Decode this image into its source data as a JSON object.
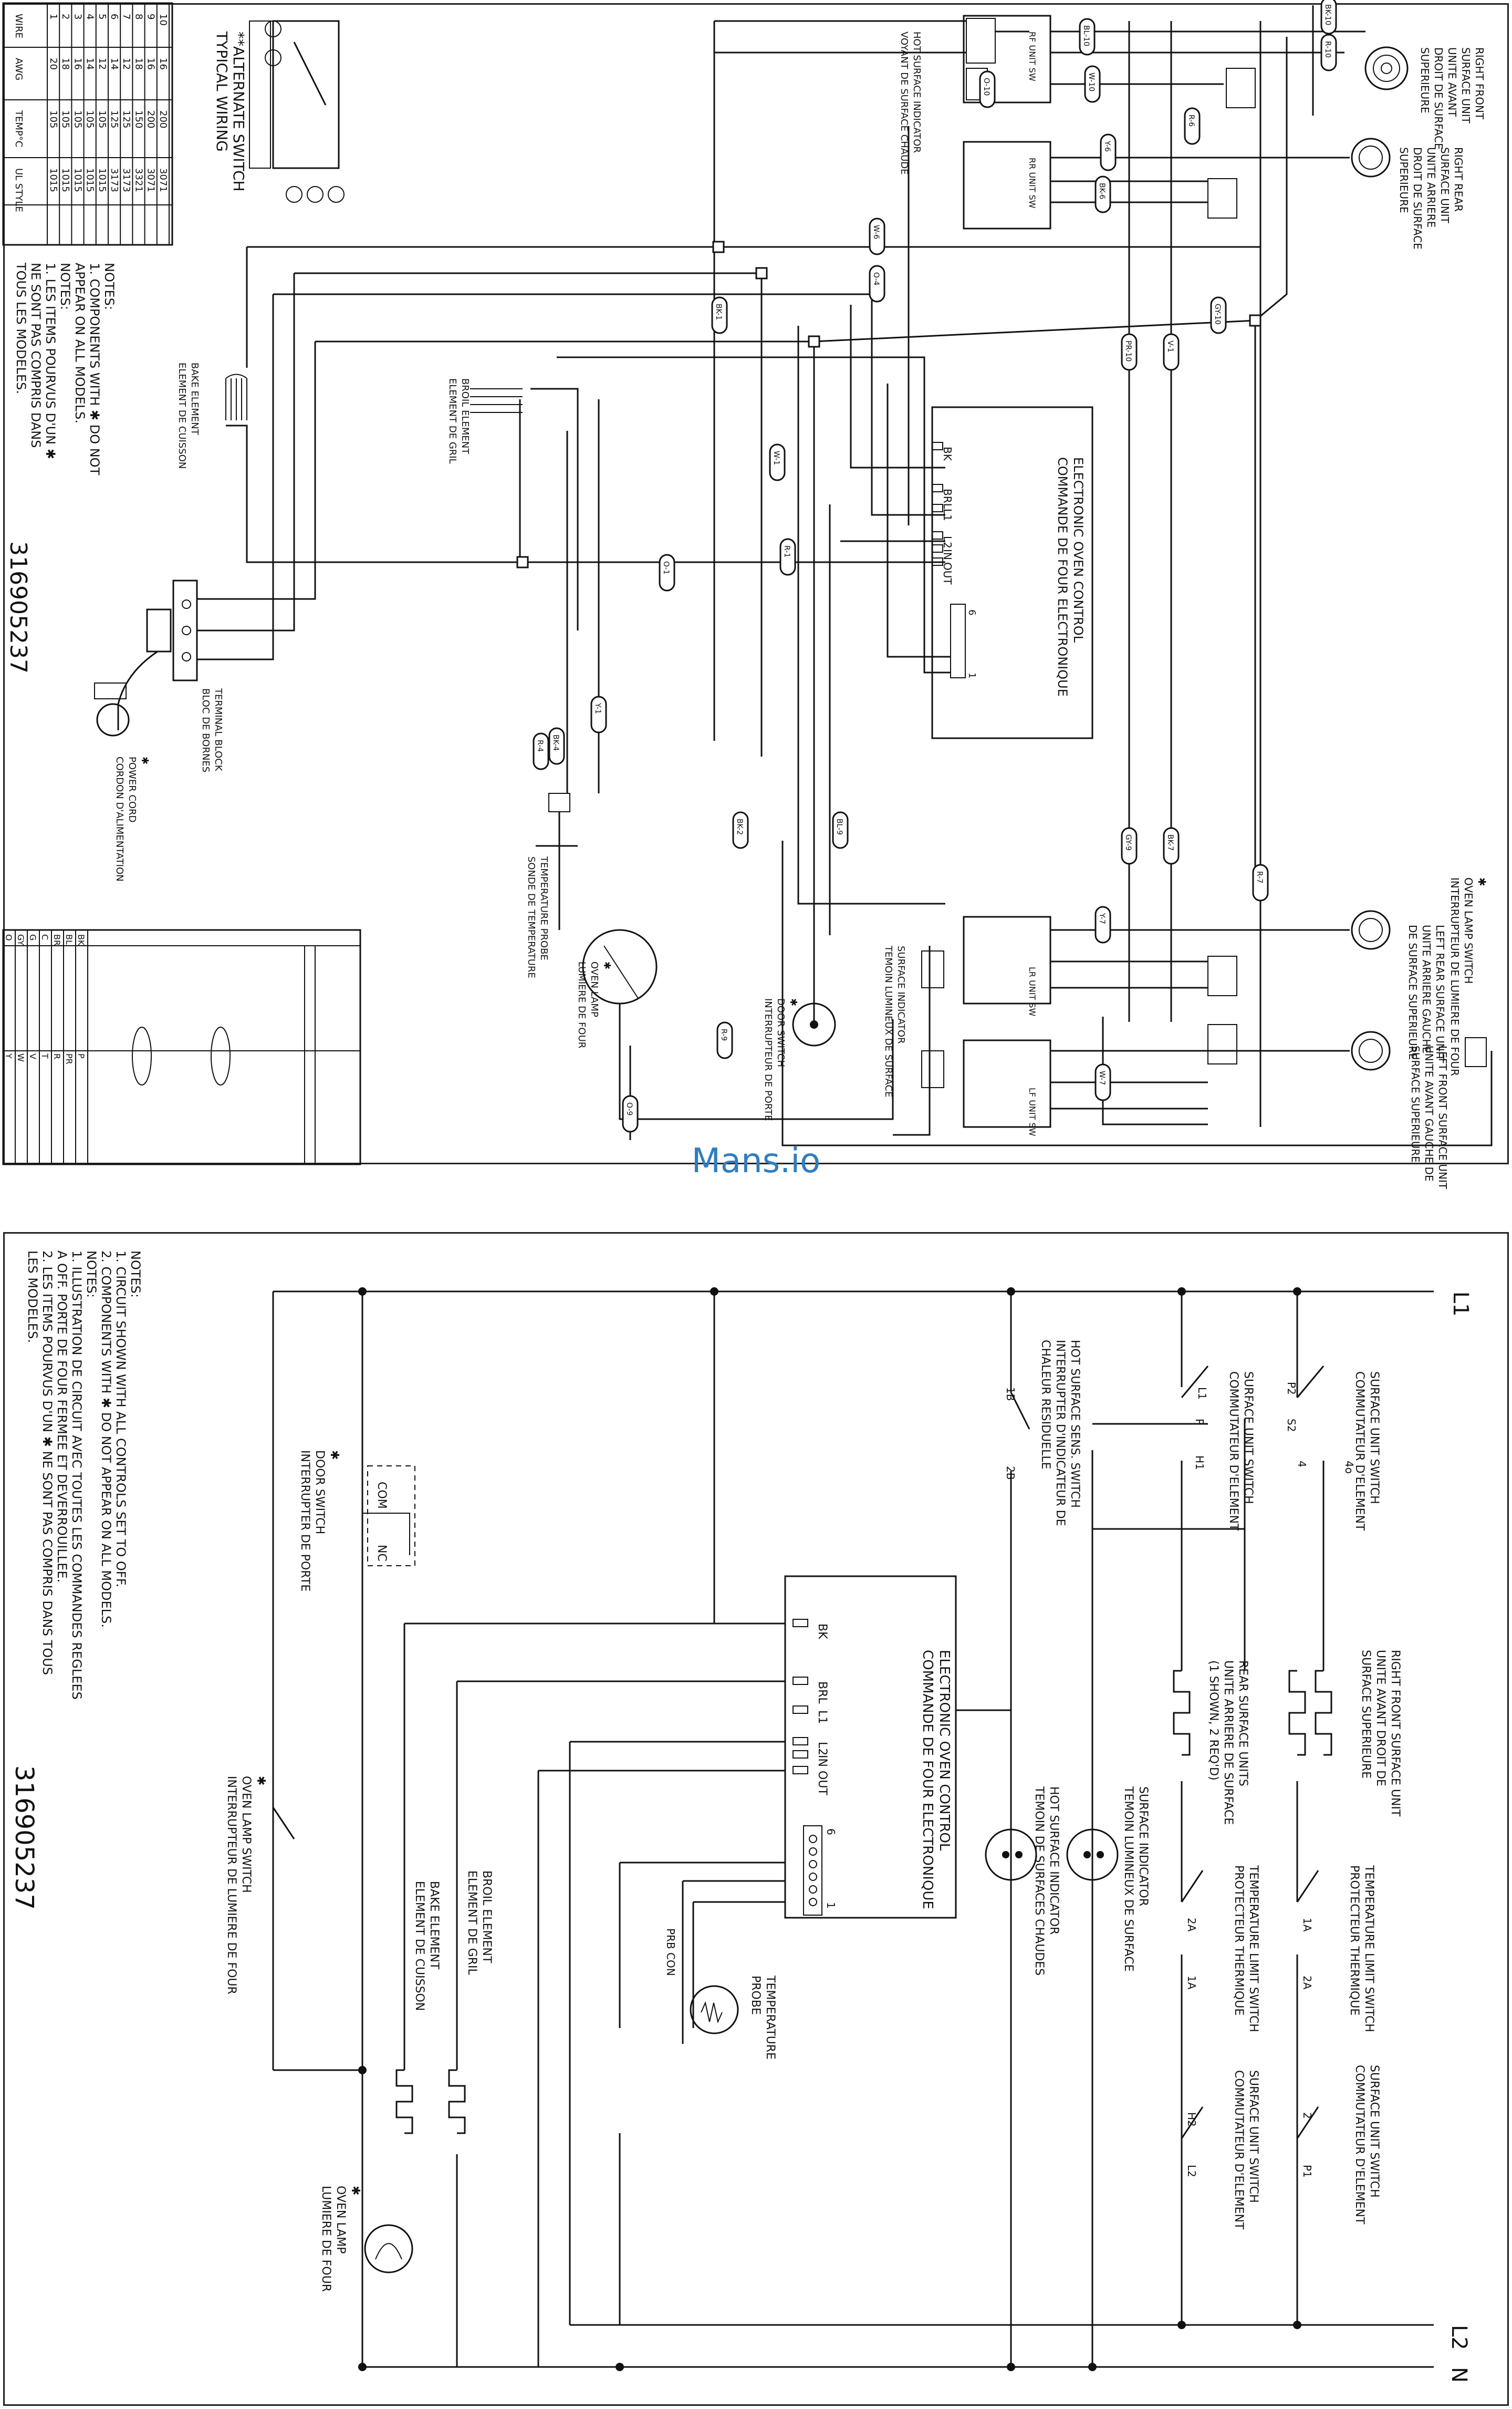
{
  "watermark": "Mans.io",
  "top": {
    "part_number": "316905237",
    "alt_switch": [
      "**ALTERNATE SWITCH",
      "TYPICAL WIRING"
    ],
    "notes": [
      "NOTES:",
      "1. COMPONENTS WITH ✱ DO NOT",
      "APPEAR ON ALL MODELS.",
      "NOTES:",
      "1. LES ITEMS POURVUS D'UN ✱",
      "NE SONT PAS COMPRIS DANS",
      "TOUS LES MODELES."
    ],
    "wire_table": {
      "headers": [
        "WIRE",
        "AWG",
        "TEMP°C",
        "UL STYLE"
      ],
      "rows": [
        [
          "1",
          "20",
          "105",
          "1015"
        ],
        [
          "2",
          "18",
          "105",
          "1015"
        ],
        [
          "3",
          "16",
          "105",
          "1015"
        ],
        [
          "4",
          "14",
          "105",
          "1015"
        ],
        [
          "5",
          "12",
          "105",
          "1015"
        ],
        [
          "6",
          "14",
          "125",
          "3173"
        ],
        [
          "7",
          "12",
          "125",
          "3173"
        ],
        [
          "8",
          "18",
          "150",
          "3321"
        ],
        [
          "9",
          "16",
          "200",
          "3071"
        ],
        [
          "10",
          "16",
          "200",
          "3071"
        ]
      ]
    },
    "color_table": {
      "rows": [
        [
          "BK",
          "P"
        ],
        [
          "BL",
          "PR"
        ],
        [
          "BR",
          "R"
        ],
        [
          "C",
          "T"
        ],
        [
          "G",
          "V"
        ],
        [
          "GY",
          "W"
        ],
        [
          "O",
          "Y"
        ]
      ]
    },
    "labels": {
      "right_front": [
        "RIGHT FRONT",
        "SURFACE UNIT",
        "UNITE AVANT",
        "DROIT DE SURFACE",
        "SUPERIEURE"
      ],
      "right_rear": [
        "RIGHT REAR",
        "SURFACE UNIT",
        "UNITE ARRIERE",
        "DROIT DE SURFACE",
        "SUPERIEURE"
      ],
      "left_rear": [
        "LEFT REAR SURFACE UNIT",
        "UNITE ARRIERE GAUCHE",
        "DE SURFACE SUPERIEURE"
      ],
      "left_front": [
        "LEFT FRONT SURFACE UNIT",
        "UNITE AVANT GAUCHE DE",
        "SURFACE SUPERIEURE"
      ],
      "oven_lamp_switch": [
        "✱",
        "OVEN LAMP SWITCH",
        "INTERRUPTEUR DE LUMIERE DE FOUR"
      ],
      "hot_surface_indicator": [
        "HOT SURFACE INDICATOR",
        "VOYANT DE SURFACE CHAUDE"
      ],
      "surface_indicator": [
        "SURFACE INDICATOR",
        "TEMOIN LUMINEUX DE SURFACE"
      ],
      "electronic_control": [
        "ELECTRONIC OVEN CONTROL",
        "COMMANDE DE FOUR ELECTRONIQUE"
      ],
      "control_pins": [
        "BK",
        "BRL",
        "L1",
        "L2",
        "IN",
        "OUT"
      ],
      "connector_pins": [
        "6",
        "1"
      ],
      "bake_element": [
        "BAKE ELEMENT",
        "ELEMENT DE CUISSON"
      ],
      "broil_element": [
        "BROIL ELEMENT",
        "ELEMENT DE GRIL"
      ],
      "terminal_block": [
        "TERMINAL BLOCK",
        "BLOC DE BORNES"
      ],
      "power_cord": [
        "✱",
        "POWER CORD",
        "CORDON D'ALIMENTATION"
      ],
      "temp_probe": [
        "TEMPERATURE PROBE",
        "SONDE DE TEMPERATURE"
      ],
      "oven_lamp": [
        "✱",
        "OVEN LAMP",
        "LUMIERE DE FOUR"
      ],
      "door_switch": [
        "✱",
        "DOOR SWITCH",
        "INTERRUPTEUR DE PORTE"
      ],
      "switch_tags": [
        "RF UNIT SW",
        "RR UNIT SW",
        "LR UNIT SW",
        "LF UNIT SW"
      ],
      "wire_tags": [
        "BK-10",
        "R-10",
        "BL-10",
        "W-10",
        "O-10",
        "Y-6",
        "BK-6",
        "R-6",
        "W-6",
        "O-4",
        "GY-10",
        "PR-10",
        "V-1",
        "BK-1",
        "W-1",
        "R-1",
        "O-1",
        "Y-1",
        "BK-4",
        "R-4",
        "BK-2",
        "BL-9",
        "R-9",
        "O-9",
        "GY-9",
        "BK-7",
        "R-7",
        "Y-7",
        "W-7"
      ]
    }
  },
  "bottom": {
    "part_number": "316905237",
    "notes": [
      "NOTES:",
      "1. CIRCUIT SHOWN WITH ALL CONTROLS SET TO OFF.",
      "2. COMPONENTS WITH ✱ DO NOT APPEAR ON ALL MODELS.",
      "NOTES:",
      "1. ILLUSTRATION DE CIRCUIT AVEC TOUTES LES COMMANDES REGLEES",
      "A OFF.  PORTE DE FOUR FERMEE ET DEVERROUILLEE.",
      "2. LES ITEMS POURVUS D'UN ✱ NE SONT PAS COMPRIS DANS TOUS",
      "LES MODELES."
    ],
    "rails": {
      "l1": "L1",
      "l2": "L2",
      "n": "N"
    },
    "labels": {
      "surface_switch_a": [
        "SURFACE UNIT SWITCH",
        "COMMUTATEUR D'ELEMENT"
      ],
      "surface_switch_b": [
        "SURFACE UNIT SWITCH",
        "COMMUTATEUR D'ELEMENT"
      ],
      "surface_switch_c": [
        "SURFACE UNIT SWITCH",
        "COMMUTATEUR D'ELEMENT"
      ],
      "surface_switch_d": [
        "SURFACE UNIT SWITCH",
        "COMMUTATEUR D'ELEMENT"
      ],
      "hot_surface_sens": [
        "HOT SURFACE SENS. SWITCH",
        "INTERRUPTER D'INDICATEUR DE",
        "CHALEUR RESIDUELLE"
      ],
      "right_front": [
        "RIGHT FRONT SURFACE UNIT",
        "UNITE AVANT DROIT DE",
        "SURFACE SUPERIEURE"
      ],
      "rear_surface": [
        "REAR SURFACE UNITS",
        "UNITE ARRIERE DE SURFACE",
        "(1 SHOWN, 2 REQ'D)"
      ],
      "surface_indicator": [
        "SURFACE INDICATOR",
        "TEMOIN LUMINEUX DE SURFACE"
      ],
      "hot_surface_indicator": [
        "HOT SURFACE INDICATOR",
        "TEMOIN DE SURFACES CHAUDES"
      ],
      "temp_limit_a": [
        "TEMPERATURE LIMIT SWITCH",
        "PROTECTEUR THERMIQUE"
      ],
      "temp_limit_b": [
        "TEMPERATURE LIMIT SWITCH",
        "PROTECTEUR THERMIQUE"
      ],
      "electronic_control": [
        "ELECTRONIC OVEN CONTROL",
        "COMMANDE DE FOUR ELECTRONIQUE"
      ],
      "control_pins": [
        "BK",
        "BRL",
        "L1",
        "L2",
        "IN",
        "OUT"
      ],
      "connector_pins": [
        "6",
        "1"
      ],
      "temp_probe": [
        "TEMPERATURE",
        "PROBE"
      ],
      "prb_con": "PRB CON",
      "broil_element": [
        "BROIL ELEMENT",
        "ELEMENT DE GRIL"
      ],
      "bake_element": [
        "BAKE ELEMENT",
        "ELEMENT DE CUISSON"
      ],
      "door_switch": [
        "✱",
        "DOOR SWITCH",
        "INTERRUPTER DE PORTE"
      ],
      "door_contacts": [
        "COM",
        "NC"
      ],
      "oven_lamp_switch": [
        "✱",
        "OVEN LAMP SWITCH",
        "INTERRUPTEUR DE LUMIERE DE FOUR"
      ],
      "oven_lamp": [
        "✱",
        "OVEN LAMP",
        "LUMIERE DE FOUR"
      ],
      "terminals": [
        "1B",
        "2B",
        "L1",
        "P",
        "H1",
        "P2",
        "S2",
        "4",
        "4o",
        "2A",
        "1A",
        "1A",
        "2A",
        "H2",
        "L2",
        "2",
        "P1"
      ]
    }
  }
}
